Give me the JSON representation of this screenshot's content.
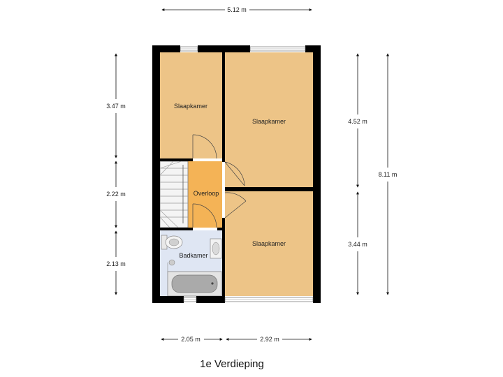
{
  "title": "1e Verdieping",
  "rooms": {
    "bedroom_top_left": "Slaapkamer",
    "bedroom_top_right": "Slaapkamer",
    "bedroom_bottom_right": "Slaapkamer",
    "landing": "Overloop",
    "bathroom": "Badkamer"
  },
  "dimensions": {
    "total_width": "5.12 m",
    "left_bedroom_height": "3.47 m",
    "landing_height": "2.22 m",
    "bathroom_height": "2.13 m",
    "right_top_height": "4.52 m",
    "right_bottom_height": "3.44 m",
    "total_height": "8.11 m",
    "left_width": "2.05 m",
    "right_width": "2.92 m"
  },
  "colors": {
    "bedroom_floor": "#edc487",
    "landing_floor": "#f4b356",
    "bathroom_floor": "#dfe6f3",
    "wall": "#000000"
  }
}
